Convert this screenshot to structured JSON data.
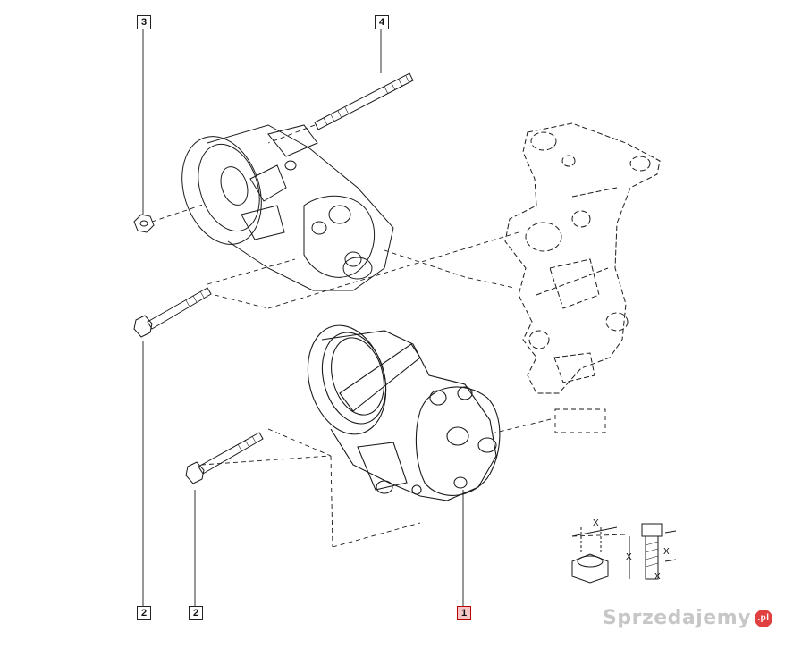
{
  "callouts": {
    "c3": "3",
    "c4": "4",
    "c2_left": "2",
    "c2_right": "2",
    "c1": "1"
  },
  "legend_marks": {
    "x1": "X",
    "x2": "X",
    "x3": "X",
    "x4": "X"
  },
  "watermark": {
    "text": "Sprzedajemy",
    "badge": ".pl"
  },
  "colors": {
    "line": "#1a1a1a",
    "highlight": "#f4c6c6"
  }
}
